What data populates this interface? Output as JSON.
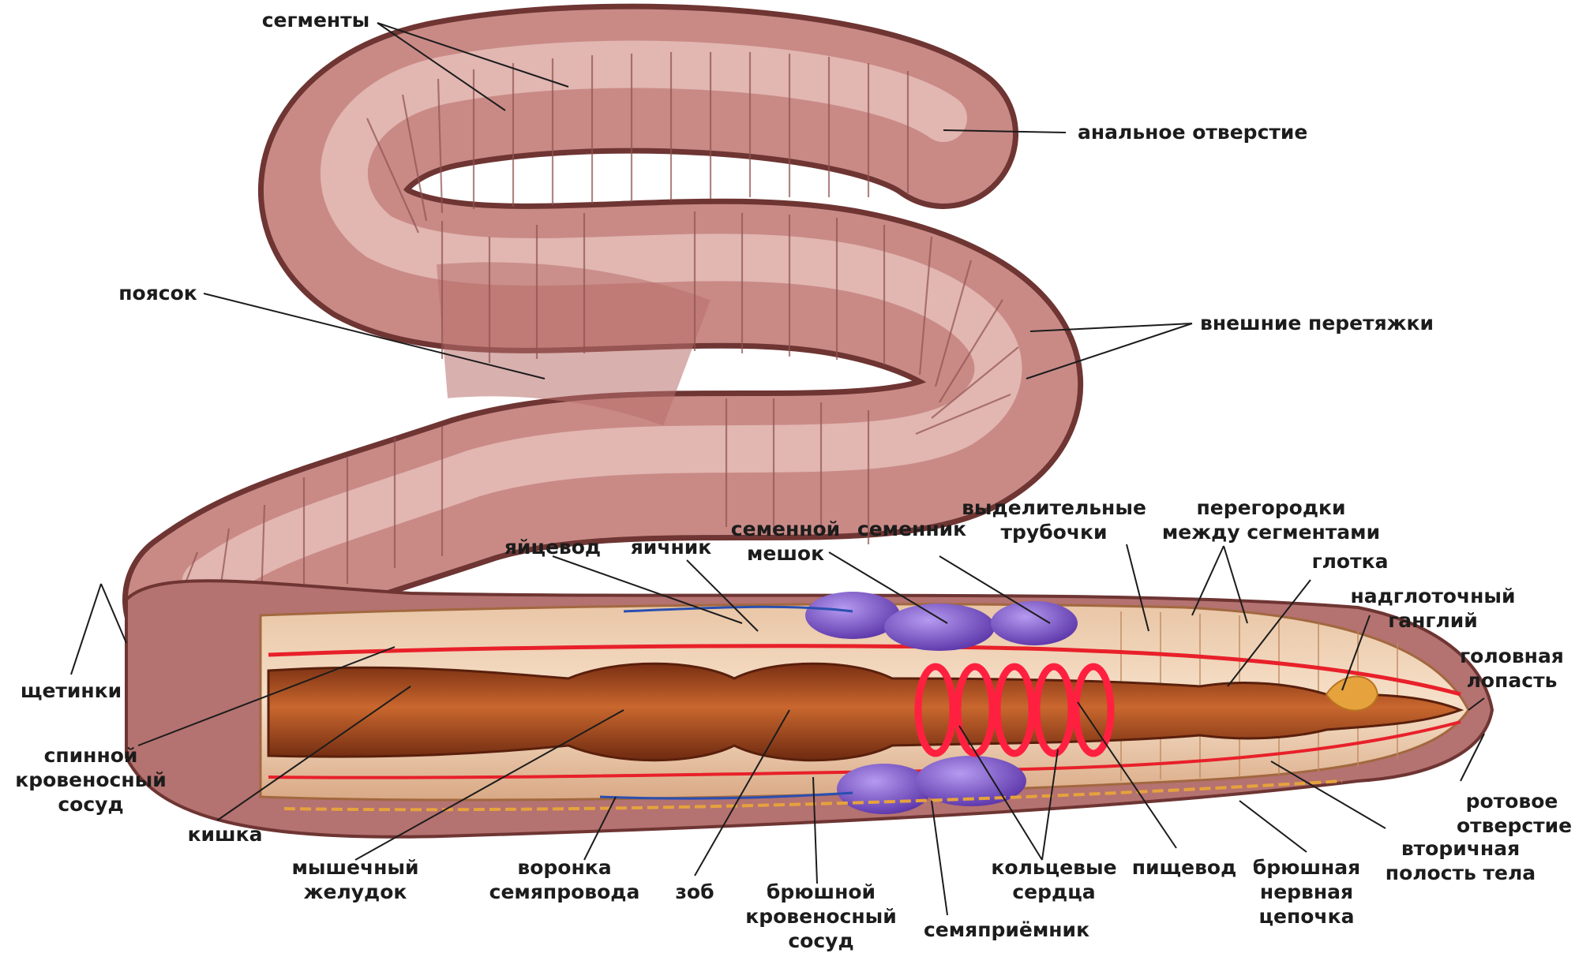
{
  "labels": {
    "segmenty": "сегменты",
    "analnoe_otverstie": "анальное отверстие",
    "poyasok": "поясок",
    "vneshnie_peretyazhki": "внешние перетяжки",
    "vydelitelnye_trubochki": "выделительные\nтрубочки",
    "peregorodki": "перегородки\nмежду сегментами",
    "semennoy_meshok": "семенной\nмешок",
    "semennik": "семенник",
    "yaytsevod": "яйцевод",
    "yaichnik": "яичник",
    "glotka": "глотка",
    "nadglotochny_gangliy": "надглоточный\nганглий",
    "golovnaya_lopast": "головная\nлопасть",
    "shchetinki": "щетинки",
    "spinnoy_sosud": "спинной\nкровеносный\nсосуд",
    "kishka": "кишка",
    "myshechny_zheludok": "мышечный\nжелудок",
    "voronka_semyaprovoda": "воронка\nсемяпровода",
    "zob": "зоб",
    "bryushnoy_sosud": "брюшной\nкровеносный\nсосуд",
    "semyapriemnik": "семяприёмник",
    "koltsevye_serdtsa": "кольцевые\nсердца",
    "pishchevod": "пищевод",
    "bryushnaya_tsepochka": "брюшная\nнервная\nцепочка",
    "vtorichnaya_polost": "вторичная\nполость тела",
    "rotovoe_otverstie": "ротовое\nотверстие"
  },
  "colors": {
    "body": "#c98a86",
    "body_dark": "#8a4a48",
    "intestine": "#a04a1e",
    "vessel": "#e8202a",
    "hearts": "#ff2040",
    "gonads": "#7b4fc8",
    "nerve_blue": "#2a4fb0",
    "ganglion": "#e6a23c",
    "cavity": "#f4d8bf",
    "leader": "#1c1c1c"
  }
}
